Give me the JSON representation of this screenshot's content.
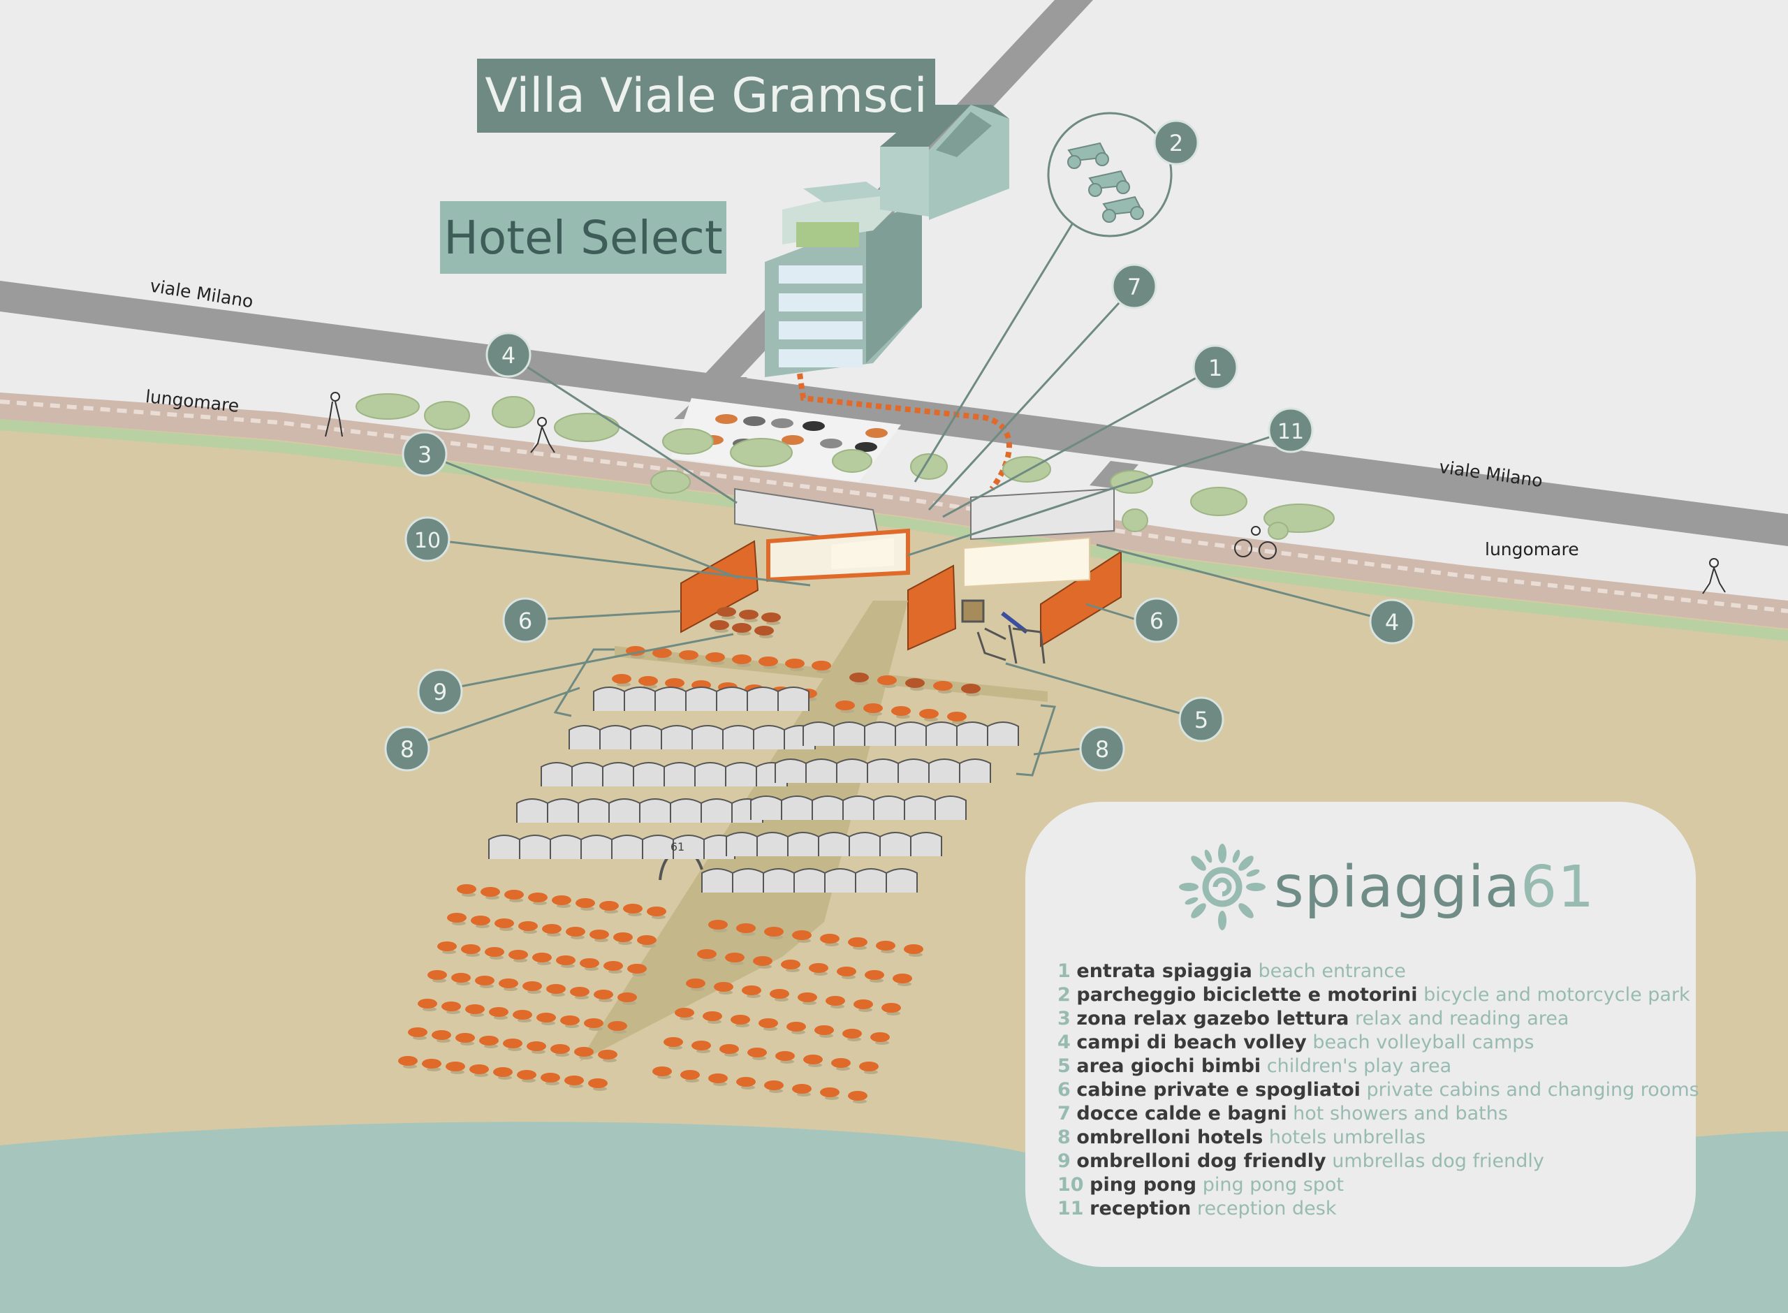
{
  "signs": {
    "villa": "Villa Viale Gramsci",
    "hotel": "Hotel Select"
  },
  "road_labels": {
    "viale_milano_left": "viale Milano",
    "lungomare_left": "lungomare",
    "viale_milano_right": "viale Milano",
    "lungomare_right": "lungomare"
  },
  "cabin_sign": "61",
  "brand": {
    "name_prefix": "spiaggia",
    "name_number": "61"
  },
  "colors": {
    "sea": "#a6c6bd",
    "sand": "#d6c9a3",
    "road": "#9b9b9b",
    "accent": "#e06a2a",
    "marker": "#6e8a82",
    "sign_dark": "#6e8a82",
    "sign_light": "#97bbb1",
    "legend_number": "#97bbb1"
  },
  "legend": [
    {
      "number": "1",
      "it": "entrata spiaggia",
      "en": "beach entrance"
    },
    {
      "number": "2",
      "it": "parcheggio biciclette e motorini",
      "en": "bicycle and motorcycle park"
    },
    {
      "number": "3",
      "it": "zona relax gazebo lettura",
      "en": "relax and reading area"
    },
    {
      "number": "4",
      "it": "campi di beach volley",
      "en": "beach volleyball camps"
    },
    {
      "number": "5",
      "it": "area giochi bimbi",
      "en": "children's play area"
    },
    {
      "number": "6",
      "it": "cabine private e spogliatoi",
      "en": "private cabins and changing rooms"
    },
    {
      "number": "7",
      "it": "docce calde e bagni",
      "en": "hot showers and baths"
    },
    {
      "number": "8",
      "it": "ombrelloni hotels",
      "en": "hotels umbrellas"
    },
    {
      "number": "9",
      "it": "ombrelloni dog friendly",
      "en": "umbrellas dog friendly"
    },
    {
      "number": "10",
      "it": "ping pong",
      "en": "ping pong spot"
    },
    {
      "number": "11",
      "it": "reception",
      "en": "reception desk"
    }
  ],
  "markers": [
    {
      "id": "marker-4-left",
      "label": "4"
    },
    {
      "id": "marker-3",
      "label": "3"
    },
    {
      "id": "marker-10",
      "label": "10"
    },
    {
      "id": "marker-6-left",
      "label": "6"
    },
    {
      "id": "marker-9",
      "label": "9"
    },
    {
      "id": "marker-8-left",
      "label": "8"
    },
    {
      "id": "marker-2",
      "label": "2"
    },
    {
      "id": "marker-7",
      "label": "7"
    },
    {
      "id": "marker-1",
      "label": "1"
    },
    {
      "id": "marker-11",
      "label": "11"
    },
    {
      "id": "marker-6-right",
      "label": "6"
    },
    {
      "id": "marker-4-right",
      "label": "4"
    },
    {
      "id": "marker-5",
      "label": "5"
    },
    {
      "id": "marker-8-right",
      "label": "8"
    }
  ]
}
